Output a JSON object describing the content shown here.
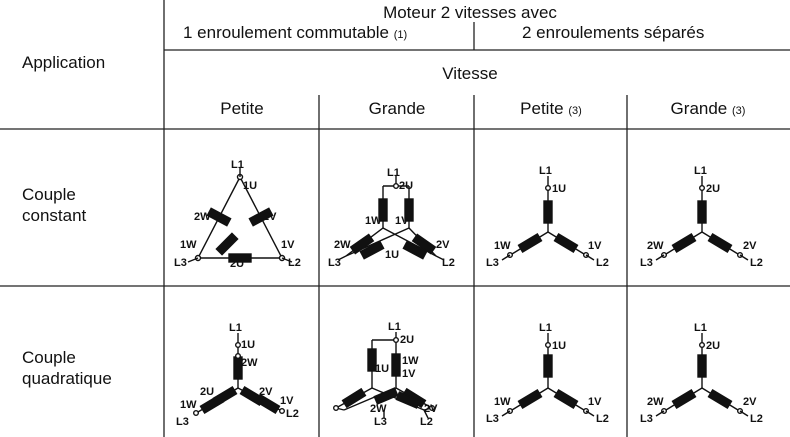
{
  "header": {
    "application": "Application",
    "motor_title": "Moteur 2 vitesses avec",
    "commutable": "1 enroulement commutable",
    "commutable_note": "(1)",
    "separate": "2 enroulements séparés",
    "vitesse": "Vitesse",
    "petite1": "Petite",
    "grande1": "Grande",
    "petite2": "Petite",
    "petite2_note": "(3)",
    "grande2": "Grande",
    "grande2_note": "(3)"
  },
  "rows": [
    {
      "label_line1": "Couple",
      "label_line2": "constant"
    },
    {
      "label_line1": "Couple",
      "label_line2": "quadratique"
    }
  ],
  "diagrams": {
    "r1c1": {
      "L1": "L1",
      "L2": "L2",
      "L3": "L3",
      "a": "1U",
      "b": "2V",
      "c": "1V",
      "d": "2U",
      "e": "1W",
      "f": "2W"
    },
    "r1c2": {
      "L1": "L1",
      "L2": "L2",
      "L3": "L3",
      "a": "2U",
      "b": "1W",
      "c": "1V",
      "d": "1U",
      "e": "2W",
      "f": "2V"
    },
    "r1c3": {
      "L1": "L1",
      "L2": "L2",
      "L3": "L3",
      "a": "1U",
      "b": "1W",
      "c": "1V"
    },
    "r1c4": {
      "L1": "L1",
      "L2": "L2",
      "L3": "L3",
      "a": "2U",
      "b": "2W",
      "c": "2V"
    },
    "r2c1": {
      "L1": "L1",
      "L2": "L2",
      "L3": "L3",
      "a": "1U",
      "b": "2W",
      "c": "2U",
      "d": "2V",
      "e": "1W",
      "f": "1V"
    },
    "r2c2": {
      "L1": "L1",
      "L2": "L2",
      "L3": "L3",
      "a": "2U",
      "b": "1W",
      "c": "1U",
      "d": "1V",
      "e": "2W",
      "f": "2V"
    },
    "r2c3": {
      "L1": "L1",
      "L2": "L2",
      "L3": "L3",
      "a": "1U",
      "b": "1W",
      "c": "1V"
    },
    "r2c4": {
      "L1": "L1",
      "L2": "L2",
      "L3": "L3",
      "a": "2U",
      "b": "2W",
      "c": "2V"
    }
  }
}
